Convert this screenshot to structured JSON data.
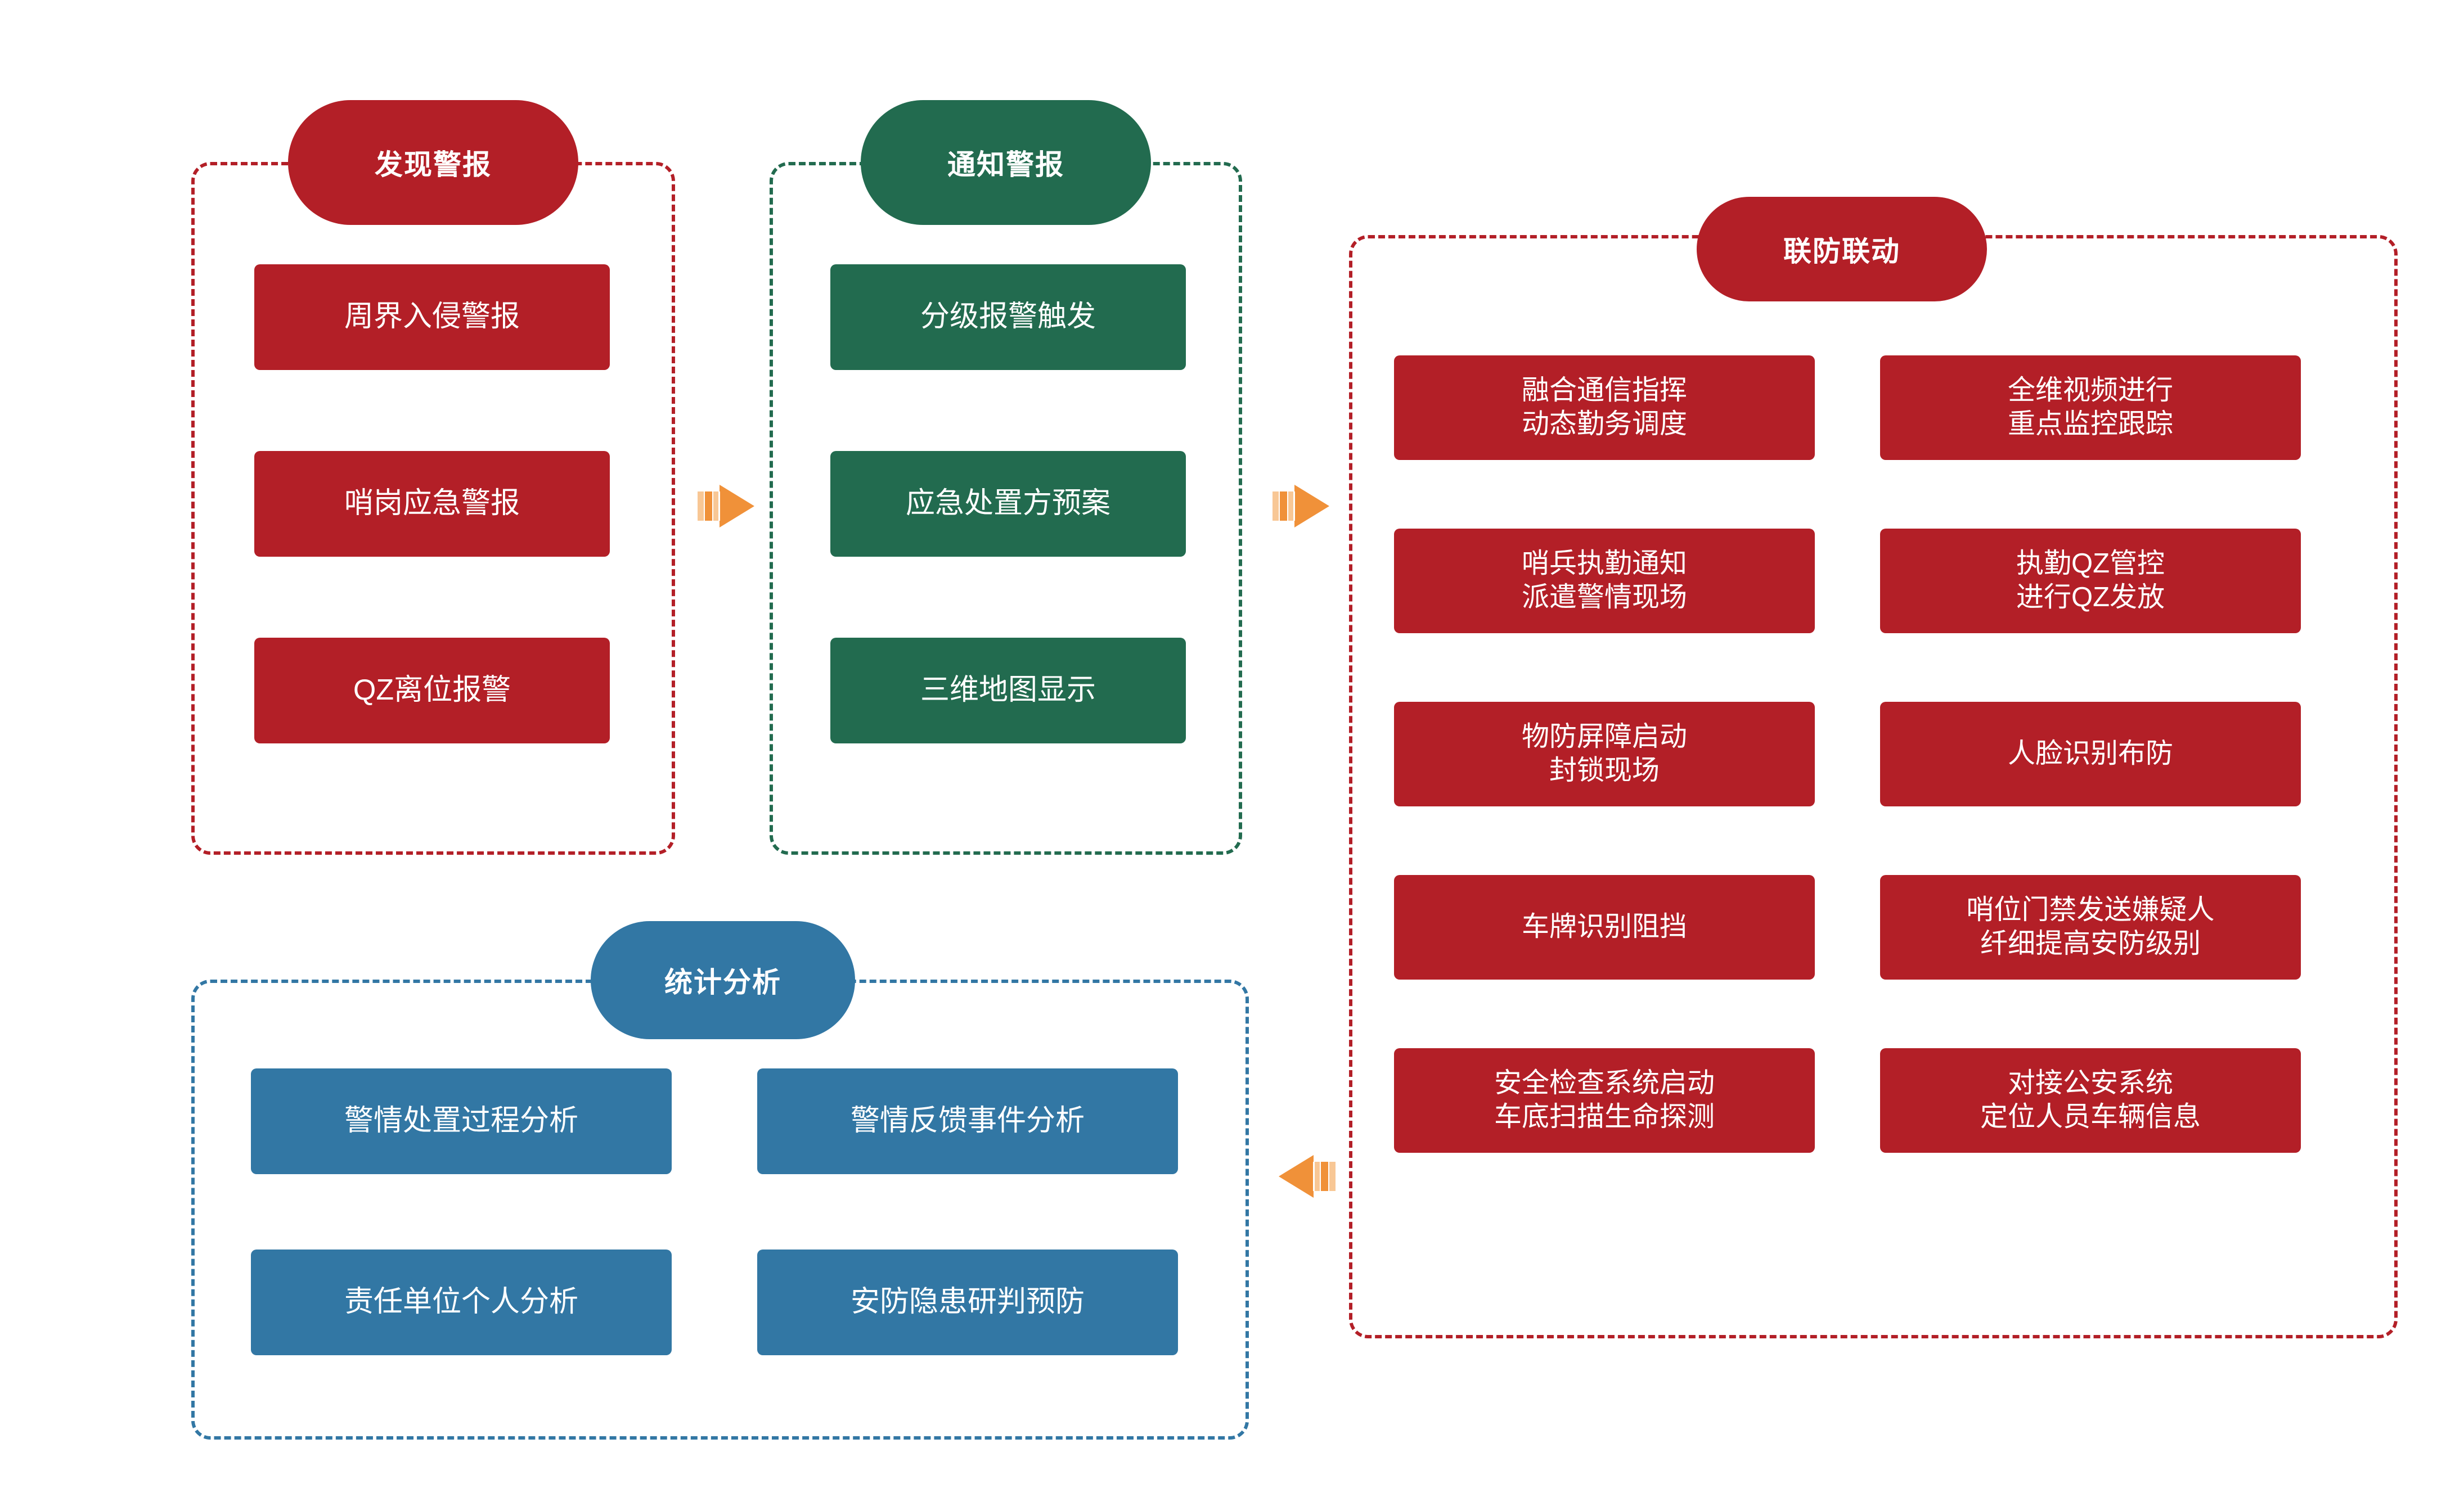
{
  "diagram": {
    "title_visible": false,
    "colors": {
      "red": "#B31F27",
      "green": "#226B4F",
      "blue": "#3277A4",
      "arrow_orange": "#F09139",
      "arrow_orange_light": "#F8C795",
      "background": "#FFFFFF",
      "text_on_box": "#FFFFFF"
    }
  },
  "panels": {
    "discover": {
      "header": "发现警报",
      "color": "red",
      "items": [
        {
          "line1": "周界入侵警报",
          "line2": ""
        },
        {
          "line1": "哨岗应急警报",
          "line2": ""
        },
        {
          "line1": "QZ离位报警",
          "line2": ""
        }
      ]
    },
    "notify": {
      "header": "通知警报",
      "color": "green",
      "items": [
        {
          "line1": "分级报警触发",
          "line2": ""
        },
        {
          "line1": "应急处置方预案",
          "line2": ""
        },
        {
          "line1": "三维地图显示",
          "line2": ""
        }
      ]
    },
    "joint_defense": {
      "header": "联防联动",
      "color": "red",
      "left_items": [
        {
          "line1": "融合通信指挥",
          "line2": "动态勤务调度"
        },
        {
          "line1": "哨兵执勤通知",
          "line2": "派遣警情现场"
        },
        {
          "line1": "物防屏障启动",
          "line2": "封锁现场"
        },
        {
          "line1": "车牌识别阻挡",
          "line2": ""
        },
        {
          "line1": "安全检查系统启动",
          "line2": "车底扫描生命探测"
        }
      ],
      "right_items": [
        {
          "line1": "全维视频进行",
          "line2": "重点监控跟踪"
        },
        {
          "line1": "执勤QZ管控",
          "line2": "进行QZ发放"
        },
        {
          "line1": "人脸识别布防",
          "line2": ""
        },
        {
          "line1": "哨位门禁发送嫌疑人",
          "line2": "纤细提高安防级别"
        },
        {
          "line1": "对接公安系统",
          "line2": "定位人员车辆信息"
        }
      ]
    },
    "statistics": {
      "header": "统计分析",
      "color": "blue",
      "items": [
        {
          "line1": "警情处置过程分析",
          "line2": ""
        },
        {
          "line1": "警情反馈事件分析",
          "line2": ""
        },
        {
          "line1": "责任单位个人分析",
          "line2": ""
        },
        {
          "line1": "安防隐患研判预防",
          "line2": ""
        }
      ]
    }
  },
  "connectors": [
    {
      "name": "discover-to-notify",
      "direction": "right"
    },
    {
      "name": "notify-to-joint-defense",
      "direction": "right"
    },
    {
      "name": "joint-defense-to-statistics",
      "direction": "left"
    }
  ]
}
